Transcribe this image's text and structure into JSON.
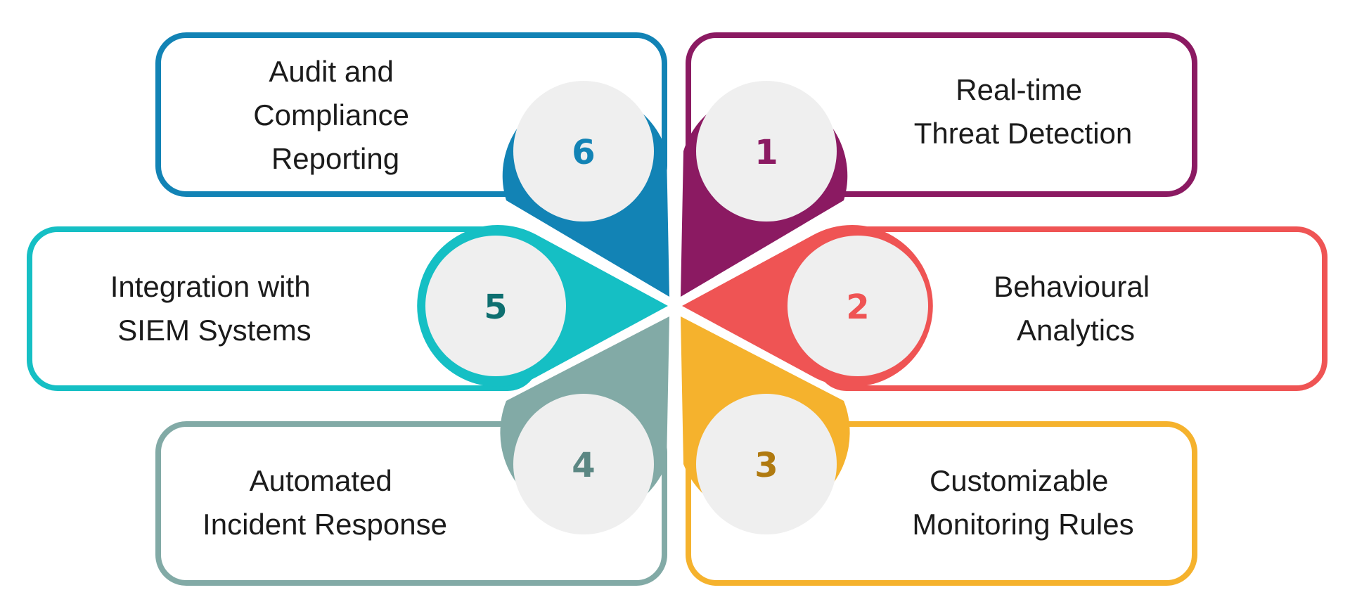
{
  "items": [
    {
      "number": "1",
      "lines": [
        "Real-time",
        "Threat Detection"
      ],
      "color": "#8b1a62",
      "num_color": "#8b1a62"
    },
    {
      "number": "2",
      "lines": [
        "Behavioural",
        "Analytics"
      ],
      "color": "#ef5454",
      "num_color": "#ef5454"
    },
    {
      "number": "3",
      "lines": [
        "Customizable",
        "Monitoring Rules"
      ],
      "color": "#f5b22d",
      "num_color": "#b07a10"
    },
    {
      "number": "4",
      "lines": [
        "Automated",
        "Incident Response"
      ],
      "color": "#82aaa6",
      "num_color": "#5b8783"
    },
    {
      "number": "5",
      "lines": [
        "Integration with",
        "SIEM Systems"
      ],
      "color": "#15bfc4",
      "num_color": "#0e6f70"
    },
    {
      "number": "6",
      "lines": [
        "Audit and",
        "Compliance",
        "Reporting"
      ],
      "color": "#1283b5",
      "num_color": "#1283b5"
    }
  ]
}
